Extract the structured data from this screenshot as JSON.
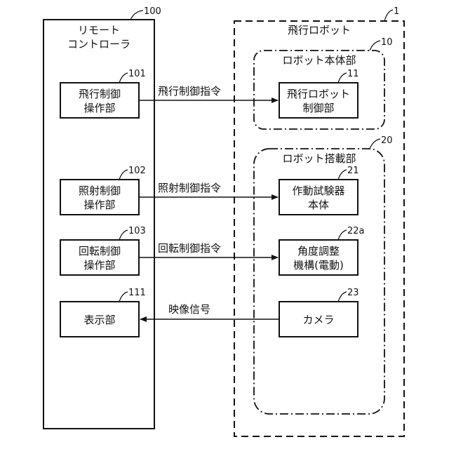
{
  "remote": {
    "ref": "100",
    "title_line1": "リモート",
    "title_line2": "コントローラ",
    "flight_ctrl": {
      "ref": "101",
      "line1": "飛行制御",
      "line2": "操作部"
    },
    "irradiation_ctrl": {
      "ref": "102",
      "line1": "照射制御",
      "line2": "操作部"
    },
    "rotation_ctrl": {
      "ref": "103",
      "line1": "回転制御",
      "line2": "操作部"
    },
    "display": {
      "ref": "111",
      "label": "表示部"
    }
  },
  "robot": {
    "ref": "1",
    "title": "飛行ロボット",
    "body": {
      "ref": "10",
      "title": "ロボット本体部",
      "controller": {
        "ref": "11",
        "line1": "飛行ロボット",
        "line2": "制御部"
      }
    },
    "payload": {
      "ref": "20",
      "title": "ロボット搭載部",
      "tester": {
        "ref": "21",
        "line1": "作動試験器",
        "line2": "本体"
      },
      "angle": {
        "ref": "22a",
        "line1": "角度調整",
        "line2": "機構(電動)"
      },
      "camera": {
        "ref": "23",
        "label": "カメラ"
      }
    }
  },
  "signals": {
    "flight": "飛行制御指令",
    "irradiation": "照射制御指令",
    "rotation": "回転制御指令",
    "video": "映像信号"
  }
}
